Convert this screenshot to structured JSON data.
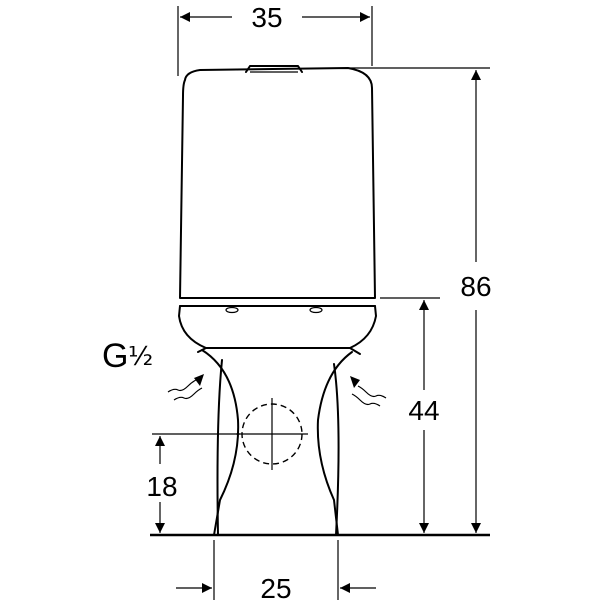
{
  "dimensions": {
    "width_top": "35",
    "total_height": "86",
    "seat_height": "44",
    "outlet_height": "18",
    "base_width": "25"
  },
  "connection": {
    "thread": "G",
    "size": "½"
  },
  "colors": {
    "line": "#000000",
    "background": "#ffffff"
  }
}
